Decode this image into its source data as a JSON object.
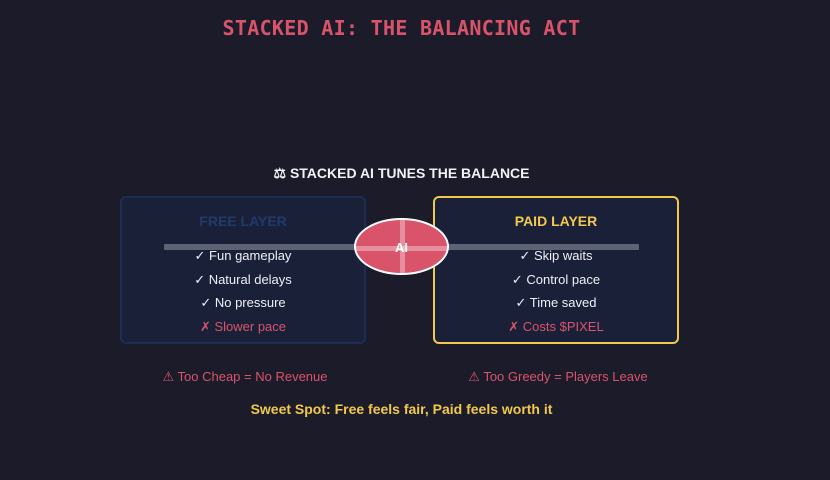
{
  "title": "STACKED AI: THE BALANCING ACT",
  "subtitle": "⚖ STACKED AI TUNES THE BALANCE",
  "free_layer": {
    "title": "FREE LAYER",
    "items": [
      "✓ Fun gameplay",
      "✓ Natural delays",
      "✓ No pressure",
      "✗ Slower pace"
    ]
  },
  "paid_layer": {
    "title": "PAID LAYER",
    "items": [
      "✓ Skip waits",
      "✓ Control pace",
      "✓ Time saved",
      "✗ Costs $PIXEL"
    ]
  },
  "ai_node": {
    "label": "AI"
  },
  "warnings": {
    "left": "⚠ Too Cheap = No Revenue",
    "right": "⚠ Too Greedy = Players Leave"
  },
  "sweet_spot": "Sweet Spot: Free feels fair, Paid feels worth it",
  "colors": {
    "background": "#1b1b2a",
    "accent_red": "#d9546a",
    "accent_yellow": "#f2c94c",
    "free_border": "#1c2d55"
  }
}
